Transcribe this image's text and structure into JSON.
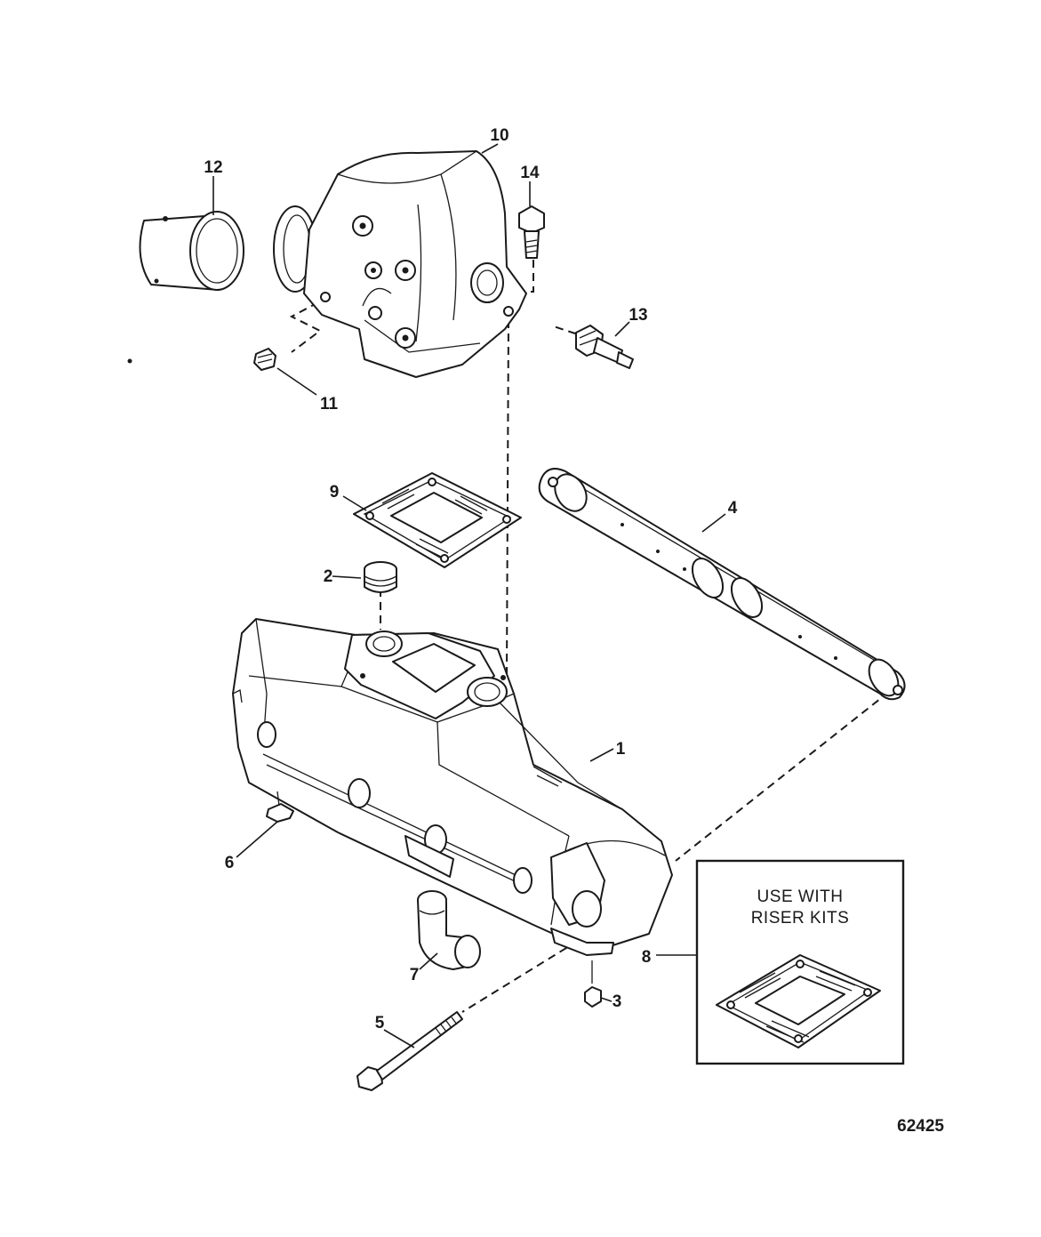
{
  "diagram": {
    "callouts": [
      "1",
      "2",
      "3",
      "4",
      "5",
      "6",
      "7",
      "8",
      "9",
      "10",
      "11",
      "12",
      "13",
      "14"
    ],
    "inset_note": [
      "USE WITH",
      "RISER KITS"
    ],
    "figure_number": "62425"
  }
}
